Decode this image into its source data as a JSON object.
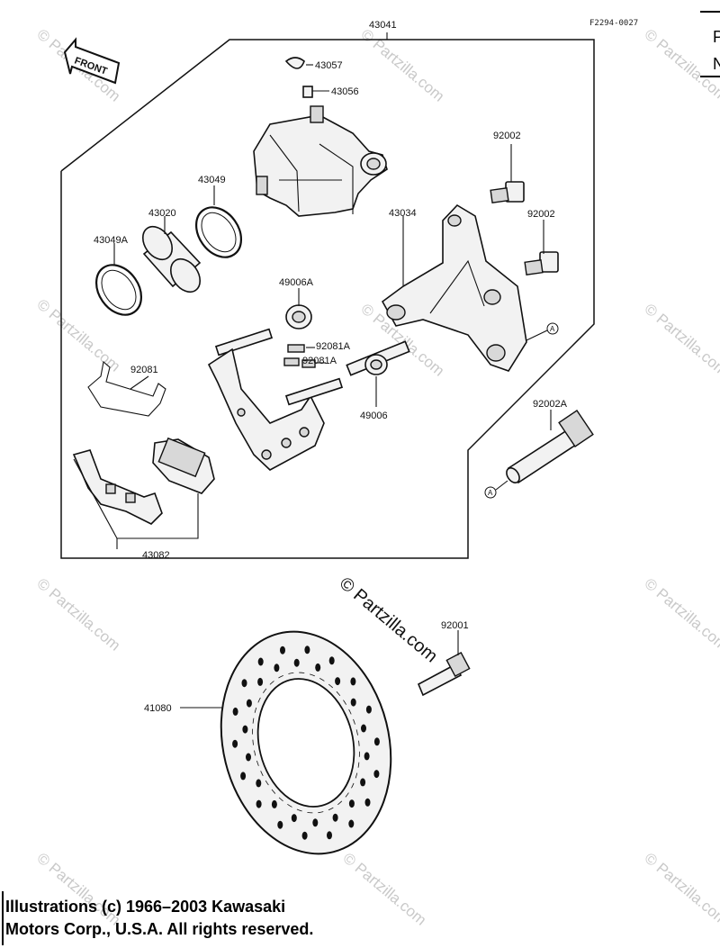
{
  "reference_code": "F2294-0027",
  "front_label": "FRONT",
  "watermark_main": "© Partzilla.com",
  "watermark_faint": "© Partzilla.com",
  "copyright": {
    "line1": "Illustrations (c) 1966–2003 Kawasaki",
    "line2": "Motors Corp., U.S.A.  All rights reserved."
  },
  "corner_text": [
    "P",
    "N"
  ],
  "circle_marker": "A",
  "parts": {
    "p43041": "43041",
    "p43057": "43057",
    "p43056": "43056",
    "p92002_top": "92002",
    "p92002_mid": "92002",
    "p43049": "43049",
    "p43020": "43020",
    "p43049A": "43049A",
    "p43034": "43034",
    "p49006A": "49006A",
    "p92081A_top": "92081A",
    "p92081A_bot": "92081A",
    "p92081": "92081",
    "p49006": "49006",
    "p92002A": "92002A",
    "p43082": "43082",
    "p92001": "92001",
    "p41080": "41080"
  }
}
